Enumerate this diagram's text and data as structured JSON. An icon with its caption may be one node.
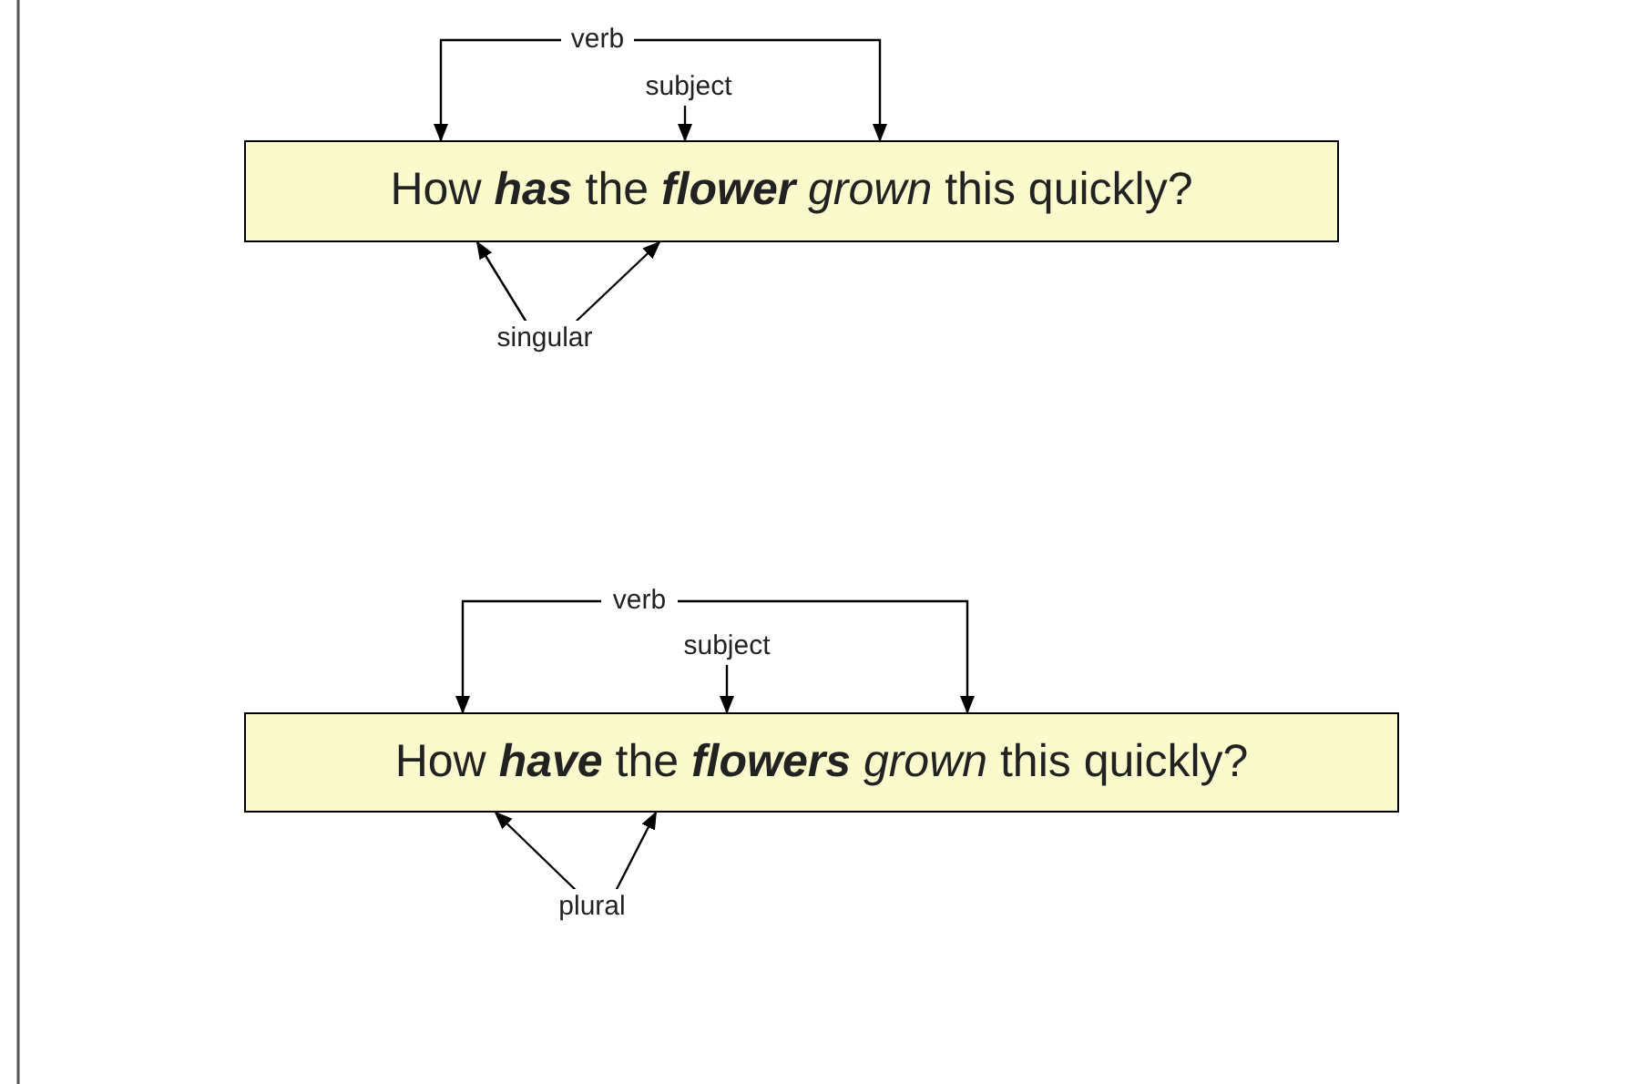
{
  "diagram": {
    "nodes": [
      {
        "text": [
          "How **has** the **flower** *grown* this quickly?"
        ]
      },
      {
        "text": [
          "verb"
        ]
      },
      {
        "text": [
          "subject"
        ]
      },
      {
        "text": [
          "singular"
        ]
      },
      {
        "text": [
          "How **have** the **flowers** *grown* this quickly?"
        ]
      },
      {
        "text": [
          "verb"
        ]
      },
      {
        "text": [
          "subject"
        ]
      },
      {
        "text": [
          "plural"
        ]
      }
    ],
    "edges": [
      {
        "from": 1,
        "to": 0,
        "arrow": "to"
      },
      {
        "from": 1,
        "to": 0,
        "arrow": "to"
      },
      {
        "from": 2,
        "to": 0,
        "arrow": "to"
      },
      {
        "from": 3,
        "to": 0,
        "arrow": "to"
      },
      {
        "from": 3,
        "to": 0,
        "arrow": "to"
      },
      {
        "from": 5,
        "to": 4,
        "arrow": "to"
      },
      {
        "from": 5,
        "to": 4,
        "arrow": "to"
      },
      {
        "from": 6,
        "to": 4,
        "arrow": "to"
      },
      {
        "from": 7,
        "to": 4,
        "arrow": "to"
      },
      {
        "from": 7,
        "to": 4,
        "arrow": "to"
      }
    ]
  }
}
